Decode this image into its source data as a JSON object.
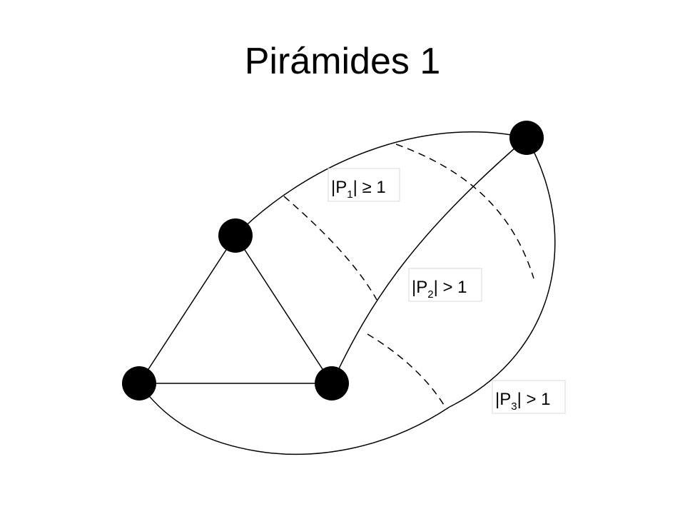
{
  "slide": {
    "title": "Pirámides 1"
  },
  "labels": [
    {
      "id": "p1",
      "prefix": "|P",
      "sub": "1",
      "suffix": "| ≥ 1"
    },
    {
      "id": "p2",
      "prefix": "|P",
      "sub": "2",
      "suffix": "| > 1"
    },
    {
      "id": "p3",
      "prefix": "|P",
      "sub": "3",
      "suffix": "| > 1"
    }
  ],
  "colors": {
    "stroke": "#000000",
    "background": "#ffffff"
  }
}
